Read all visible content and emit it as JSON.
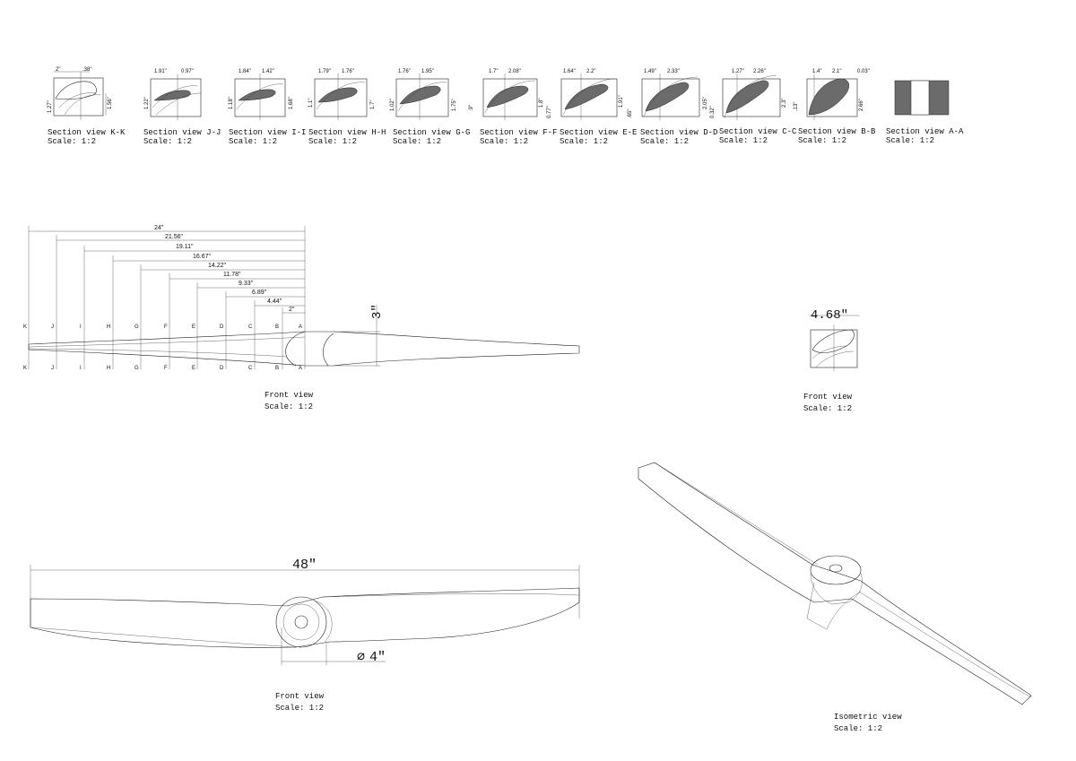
{
  "sections": [
    {
      "name": "Section view K-K",
      "scale": "Scale:  1:2",
      "top": [
        "2\"",
        ".38\""
      ],
      "left": "1.27\"",
      "right": "1.56\""
    },
    {
      "name": "Section view J-J",
      "scale": "Scale:  1:2",
      "top": [
        "1.91\"",
        "0.97\""
      ],
      "left": "1.22\"",
      "right": ""
    },
    {
      "name": "Section view I-I",
      "scale": "Scale:  1:2",
      "top": [
        "1.84\"",
        "1.42\""
      ],
      "left": "1.18\"",
      "right": "1.68\""
    },
    {
      "name": "Section view H-H",
      "scale": "Scale:  1:2",
      "top": [
        "1.79\"",
        "1.76\""
      ],
      "left": "1.1\"",
      "right": "1.7\""
    },
    {
      "name": "Section view G-G",
      "scale": "Scale:  1:2",
      "top": [
        "1.76\"",
        "1.95\""
      ],
      "left": "1.02\"",
      "right": "1.75\""
    },
    {
      "name": "Section view F-F",
      "scale": "Scale:  1:2",
      "top": [
        "1.7\"",
        "2.08\""
      ],
      "left": ".9\"",
      "right": "1.8\""
    },
    {
      "name": "Section view E-E",
      "scale": "Scale:  1:2",
      "top": [
        "1.64\"",
        "2.2\""
      ],
      "left": "0.77\"",
      "right": "1.91\""
    },
    {
      "name": "Section view D-D",
      "scale": "Scale:  1:2",
      "top": [
        "1.49\"",
        "2.33\""
      ],
      "left": ".65\"",
      "right": "2.05\""
    },
    {
      "name": "Section view C-C",
      "scale": "Scale:  1:2",
      "top": [
        "1.27\"",
        "2.26\""
      ],
      "left": "0.32\"",
      "right": "2.3\""
    },
    {
      "name": "Section view B-B",
      "scale": "Scale:  1:2",
      "top": [
        "1.4\"",
        "2.1\"",
        "0.03\""
      ],
      "left": ".13\"",
      "right": "2.66\""
    },
    {
      "name": "Section view A-A",
      "scale": "Scale:  1:2",
      "top": [],
      "left": "",
      "right": ""
    }
  ],
  "front_view_top": {
    "dimensions": [
      "24\"",
      "21.56\"",
      "19.11\"",
      "16.67\"",
      "14.22\"",
      "11.78\"",
      "9.33\"",
      "6.89\"",
      "4.44\"",
      "2\""
    ],
    "stations": [
      "K",
      "J",
      "I",
      "H",
      "G",
      "F",
      "E",
      "D",
      "C",
      "B",
      "A"
    ],
    "height_dim": "3\"",
    "caption": "Front view",
    "scale": "Scale:  1:2"
  },
  "side_view": {
    "dim": "4.68\"",
    "caption": "Front view",
    "scale": "Scale:  1:2"
  },
  "front_view_bottom": {
    "length_dim": "48\"",
    "hub_dim": "4\"",
    "diameter_symbol": "⌀",
    "caption": "Front view",
    "scale": "Scale:  1:2"
  },
  "isometric": {
    "caption": "Isometric view",
    "scale": "Scale:  1:2"
  },
  "colors": {
    "line": "#222222",
    "section_fill": "#6b6b6b",
    "background": "#ffffff"
  }
}
